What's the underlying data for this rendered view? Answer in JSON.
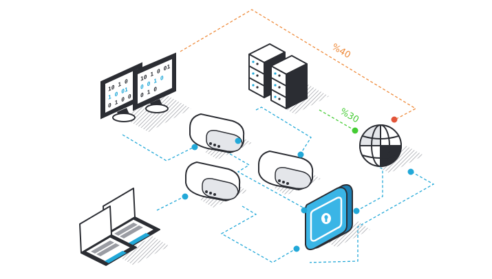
{
  "colors": {
    "background": "#ffffff",
    "outline": "#2b2d33",
    "cyan_link": "#22a8d8",
    "orange_link": "#ee8a3a",
    "green_link": "#44cc33",
    "firewall_blue": "#3ab5e6",
    "firewall_dark": "#1c7fb3",
    "screen_dark": "#2b2d33",
    "device_light": "#ffffff",
    "device_shade": "#e4e6ea",
    "hatch": "#9a9ca3",
    "red_dot": "#e2553a"
  },
  "labels": {
    "orange_link_pct": "%40",
    "green_link_pct": "%30"
  },
  "monitor_binary": {
    "left": [
      "10 1 0",
      "1 0 01",
      "0 1 0 0"
    ],
    "right": [
      "10 1 0 01",
      "0 0 1 0",
      "0 1 0"
    ]
  },
  "icons": [
    "monitor-icon",
    "server-rack-icon",
    "router-icon",
    "firewall-lock-icon",
    "globe-icon",
    "laptop-icon"
  ]
}
